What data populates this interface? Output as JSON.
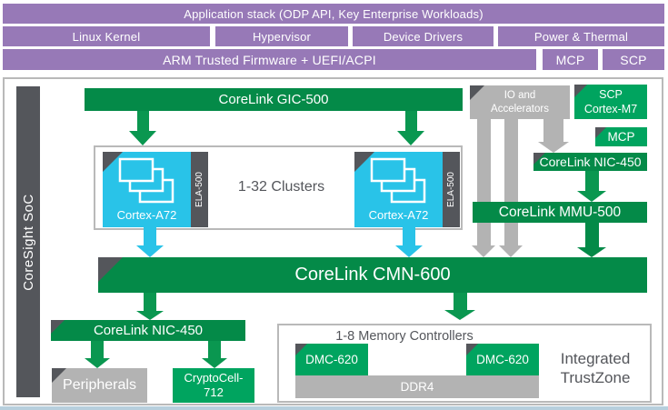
{
  "colors": {
    "purple": "#9779b7",
    "dark_green": "#048a48",
    "bright_green": "#00a45f",
    "cyan": "#29c3e8",
    "slate_gray": "#54565b",
    "light_gray": "#b3b3b3",
    "text_gray": "#54565b",
    "box_border": "#b9b9b9",
    "bottom_edge_blue": "#b7cfdd"
  },
  "software_stack": {
    "application": "Application stack (ODP API, Key Enterprise Workloads)",
    "row2": [
      "Linux Kernel",
      "Hypervisor",
      "Device Drivers",
      "Power & Thermal"
    ],
    "row3": [
      "ARM Trusted Firmware + UEFI/ACPI",
      "MCP",
      "SCP"
    ]
  },
  "diagram": {
    "coresight": "CoreSight SoC",
    "gic": "CoreLink GIC-500",
    "cluster": {
      "label": "1-32 Clusters",
      "cpu": "Cortex-A72",
      "ela": "ELA-500"
    },
    "io": {
      "line1": "IO and",
      "line2": "Accelerators"
    },
    "scp": {
      "line1": "SCP",
      "line2": "Cortex-M7"
    },
    "mcp": "MCP",
    "nic_top": "CoreLink NIC-450",
    "mmu": "CoreLink MMU-500",
    "cmn": "CoreLink CMN-600",
    "nic_bottom": "CoreLink NIC-450",
    "peripherals": "Peripherals",
    "cryptocell": {
      "line1": "CryptoCell-",
      "line2": "712"
    },
    "memory": {
      "title": "1-8 Memory Controllers",
      "dmc_left": "DMC-620",
      "dmc_right": "DMC-620",
      "ddr": "DDR4"
    },
    "trustzone": {
      "line1": "Integrated",
      "line2": "TrustZone"
    }
  }
}
